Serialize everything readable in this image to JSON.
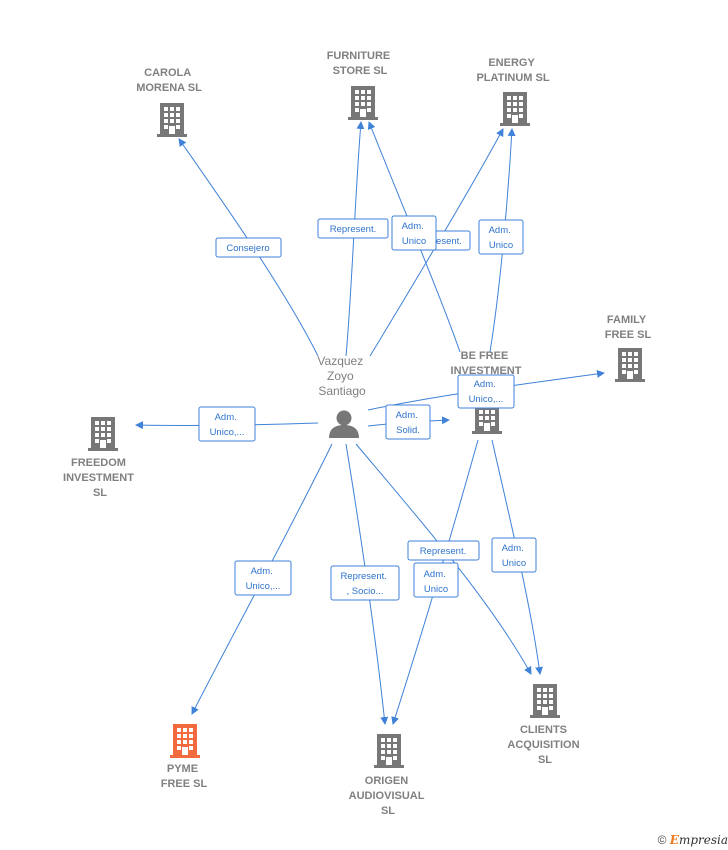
{
  "person": {
    "name_lines": [
      "Vazquez",
      "Zoyo",
      "Santiago"
    ]
  },
  "companies": [
    {
      "id": "carola",
      "lines": [
        "CAROLA",
        "MORENA  SL"
      ],
      "color": "#777777"
    },
    {
      "id": "furniture",
      "lines": [
        "FURNITURE",
        "STORE  SL"
      ],
      "color": "#777777"
    },
    {
      "id": "energy",
      "lines": [
        "ENERGY",
        "PLATINUM  SL"
      ],
      "color": "#777777"
    },
    {
      "id": "family",
      "lines": [
        "FAMILY",
        "FREE  SL"
      ],
      "color": "#777777"
    },
    {
      "id": "befree",
      "lines": [
        "BE FREE",
        "INVESTMENT"
      ],
      "color": "#777777"
    },
    {
      "id": "freedom",
      "lines": [
        "FREEDOM",
        "INVESTMENT",
        "SL"
      ],
      "color": "#777777"
    },
    {
      "id": "pyme",
      "lines": [
        "PYME",
        "FREE  SL"
      ],
      "color": "#f26a3d"
    },
    {
      "id": "origen",
      "lines": [
        "ORIGEN",
        "AUDIOVISUAL",
        "SL"
      ],
      "color": "#777777"
    },
    {
      "id": "clients",
      "lines": [
        "CLIENTS",
        "ACQUISITION",
        "SL"
      ],
      "color": "#777777"
    }
  ],
  "edge_labels": [
    {
      "id": "consejero",
      "lines": [
        "Consejero"
      ]
    },
    {
      "id": "represent_furniture",
      "lines": [
        "Represent."
      ]
    },
    {
      "id": "behind_present",
      "lines": [
        "esent."
      ]
    },
    {
      "id": "adm_unico_befree_furniture",
      "lines": [
        "Adm.",
        "Unico"
      ]
    },
    {
      "id": "adm_unico_energy",
      "lines": [
        "Adm.",
        "Unico"
      ]
    },
    {
      "id": "adm_unico_family",
      "lines": [
        "Adm.",
        "Unico,..."
      ]
    },
    {
      "id": "adm_solid",
      "lines": [
        "Adm.",
        "Solid."
      ]
    },
    {
      "id": "adm_unico_freedom",
      "lines": [
        "Adm.",
        "Unico,..."
      ]
    },
    {
      "id": "adm_unico_pyme",
      "lines": [
        "Adm.",
        "Unico,..."
      ]
    },
    {
      "id": "represent_socio",
      "lines": [
        "Represent.",
        ", Socio..."
      ]
    },
    {
      "id": "represent_clients",
      "lines": [
        "Represent."
      ]
    },
    {
      "id": "adm_unico_origen",
      "lines": [
        "Adm.",
        "Unico"
      ]
    },
    {
      "id": "adm_unico_clients",
      "lines": [
        "Adm.",
        "Unico"
      ]
    }
  ],
  "colors": {
    "edge": "#3f82d8",
    "building": "#777777",
    "highlight": "#f26a3d"
  },
  "watermark": {
    "copyright": "©",
    "brand_initial": "E",
    "brand_rest": "mpresia"
  }
}
